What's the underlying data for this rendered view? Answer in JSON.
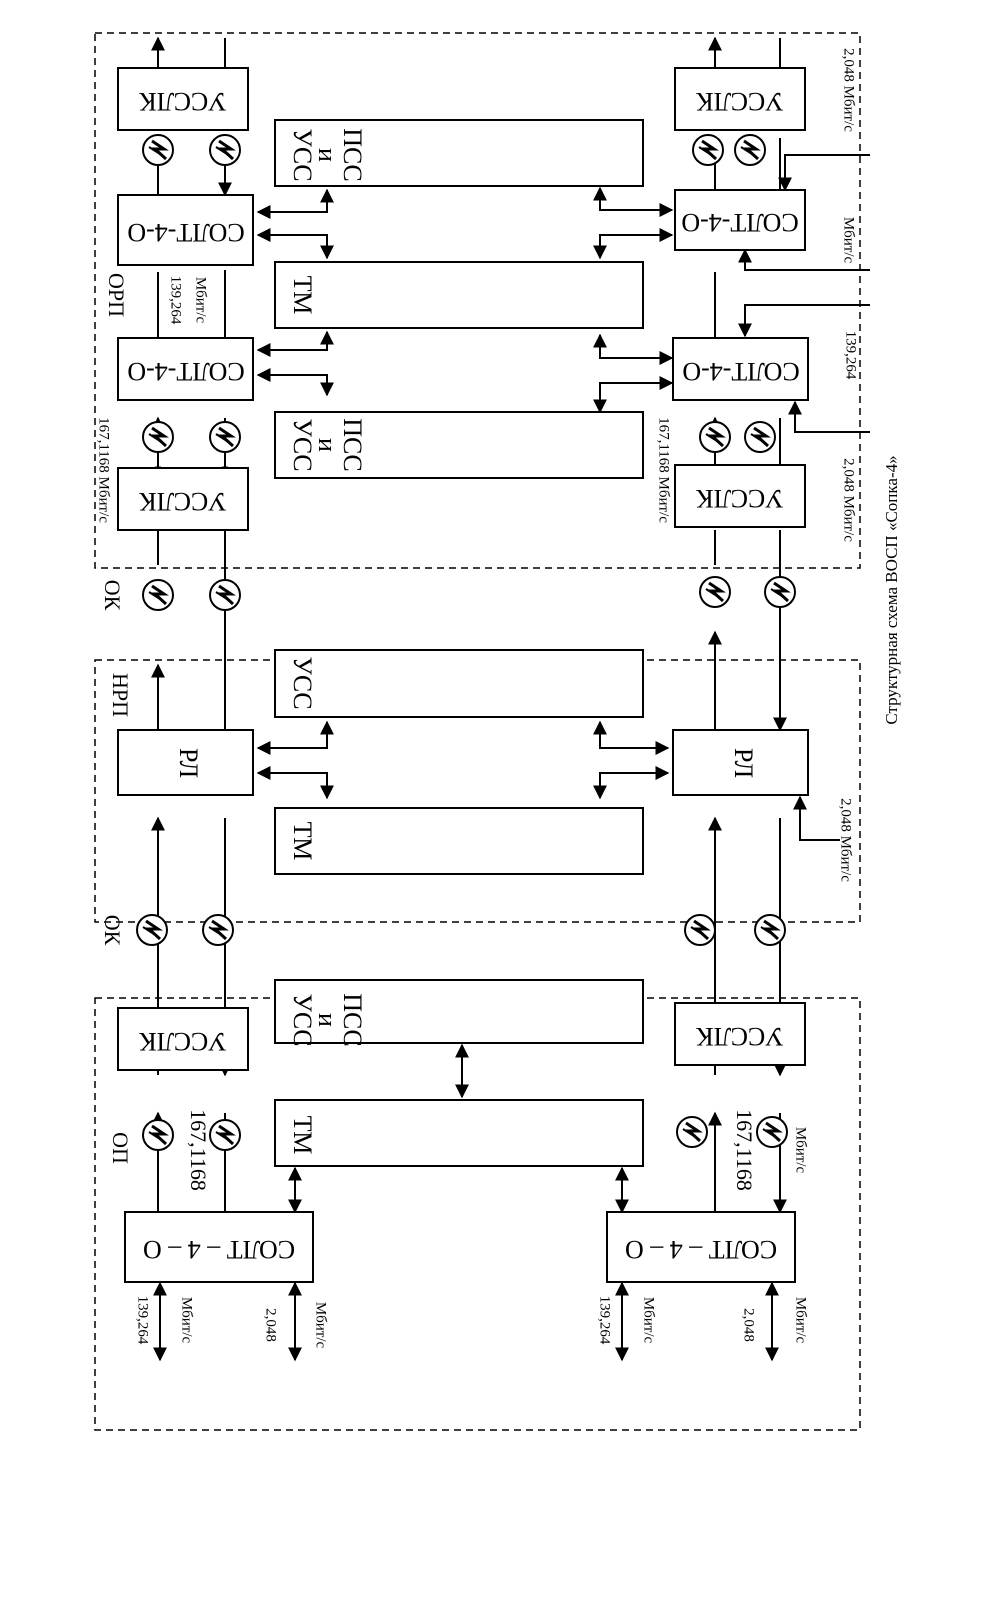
{
  "caption": "Структурная схема ВОСП «Сопка-4»",
  "sections": {
    "op": "ОП",
    "ok_1": "ОК",
    "nrp": "НРП",
    "ok_2": "ОК",
    "orp": "ОРП"
  },
  "blocks": {
    "solt": "СОЛТ – 4 – О",
    "solt_short": "СОЛТ-4-О",
    "ussdk": "УССЛК",
    "tm": "ТМ",
    "rl": "РЛ",
    "uss": "УСС",
    "uss_pss_1": "УСС",
    "uss_pss_2": "и",
    "uss_pss_3": "ПСС"
  },
  "rates": {
    "r139": "139,264",
    "r2048": "2,048",
    "r167": "167,1168",
    "unit": "Мбит/с",
    "r139_unit": "139,264 Мбит/с",
    "r167_unit": "167,1168 Мбит/с",
    "r2048_unit": "2,048 Мбит/с"
  },
  "colors": {
    "ink": "#000000",
    "paper": "#ffffff"
  }
}
